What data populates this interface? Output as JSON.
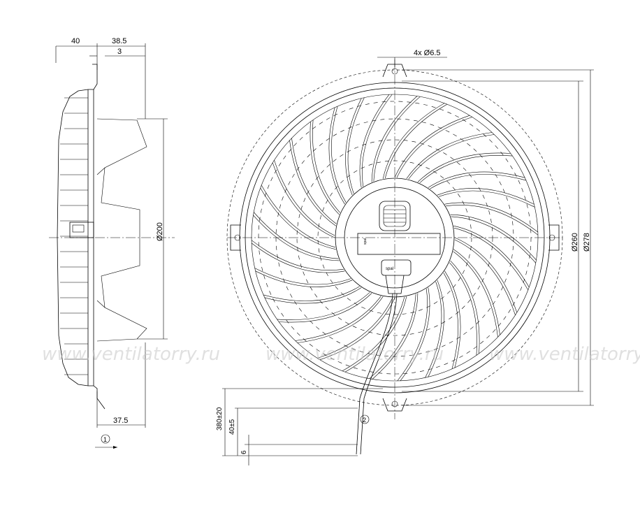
{
  "dimensions": {
    "side_width_40": "40",
    "side_width_38_5": "38.5",
    "side_flange_3": "3",
    "side_bottom_37_5": "37.5",
    "dia_200": "Ø200",
    "holes": "4x Ø6.5",
    "dia_260": "Ø260",
    "dia_278": "Ø278",
    "cable_380": "380±20",
    "cable_40": "40±5",
    "cable_6": "6"
  },
  "labels": {
    "marker_1": "1",
    "marker_2": "2",
    "brand_plate": "spal"
  },
  "watermark": {
    "text_1": "www.ventilatorry.ru",
    "text_2": "www.ventilatorry.ru",
    "text_3": "www.ventilatorry.ru"
  },
  "colors": {
    "line": "#000000",
    "watermark": "#c8c8c8"
  }
}
